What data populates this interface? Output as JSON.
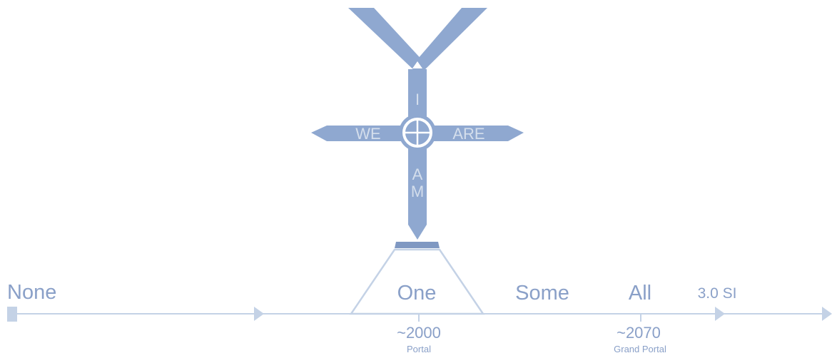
{
  "colors": {
    "primary": "#8fa8d0",
    "primary_dark": "#7f98c2",
    "light": "#c4d2e6",
    "text": "#8aa0c8",
    "text_on_shape": "#d4deec",
    "background": "#ffffff"
  },
  "timeline": {
    "labels": {
      "none": "None",
      "one": "One",
      "some": "Some",
      "all": "All",
      "si": "3.0 SI"
    },
    "markers": [
      {
        "year": "~2000",
        "caption": "Portal"
      },
      {
        "year": "~2070",
        "caption": "Grand Portal"
      }
    ]
  },
  "figure": {
    "top": "I",
    "left": "WE",
    "right": "ARE",
    "bottom_1": "A",
    "bottom_2": "M"
  },
  "icons": {
    "crosshair": "crosshair-circle-icon",
    "arrow": "arrow-right-icon"
  }
}
